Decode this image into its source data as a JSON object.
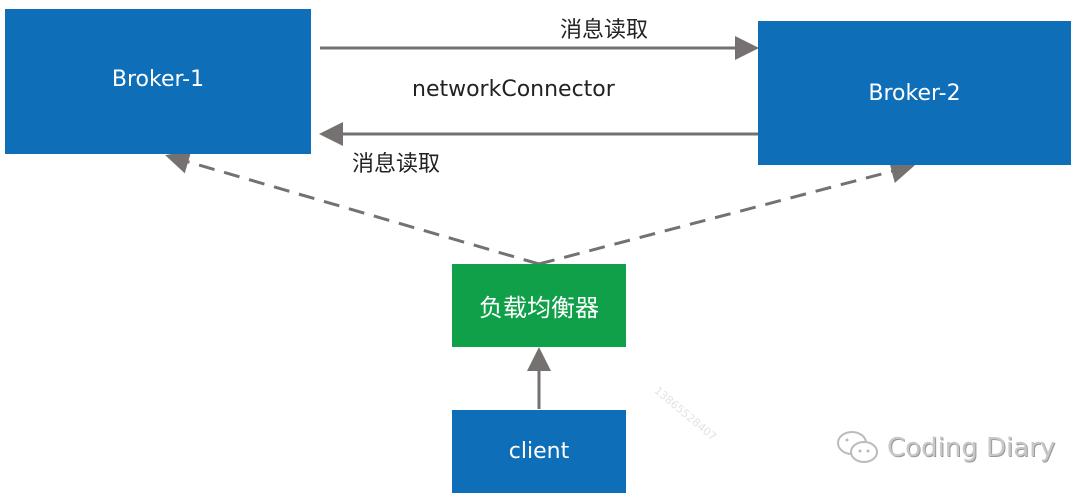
{
  "nodes": {
    "broker1": {
      "label": "Broker-1"
    },
    "broker2": {
      "label": "Broker-2"
    },
    "load_balancer": {
      "label": "负载均衡器"
    },
    "client": {
      "label": "client"
    }
  },
  "edges": {
    "top_label": "消息读取",
    "middle_label": "networkConnector",
    "bottom_label": "消息读取"
  },
  "watermark": {
    "brand": "Coding Diary",
    "number": "13865528407",
    "icon": "wechat-icon"
  },
  "colors": {
    "broker": "#0e6eb8",
    "load_balancer": "#10a04a",
    "arrow": "#767171"
  }
}
